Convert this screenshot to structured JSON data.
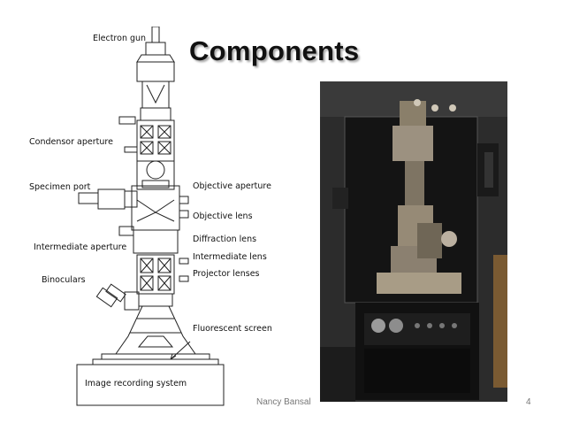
{
  "title": "Components",
  "labels": {
    "electron_gun": "Electron gun",
    "condensor_aperture": "Condensor aperture",
    "specimen_port": "Specimen port",
    "objective_aperture": "Objective aperture",
    "objective_lens": "Objective lens",
    "intermediate_aperture": "Intermediate aperture",
    "diffraction_lens": "Diffraction lens",
    "intermediate_lens": "Intermediate lens",
    "projector_lenses": "Projector lenses",
    "binoculars": "Binoculars",
    "fluorescent_screen": "Fluorescent screen",
    "image_recording_system": "Image recording system"
  },
  "footer": {
    "author": "Nancy Bansal",
    "page": "4"
  }
}
